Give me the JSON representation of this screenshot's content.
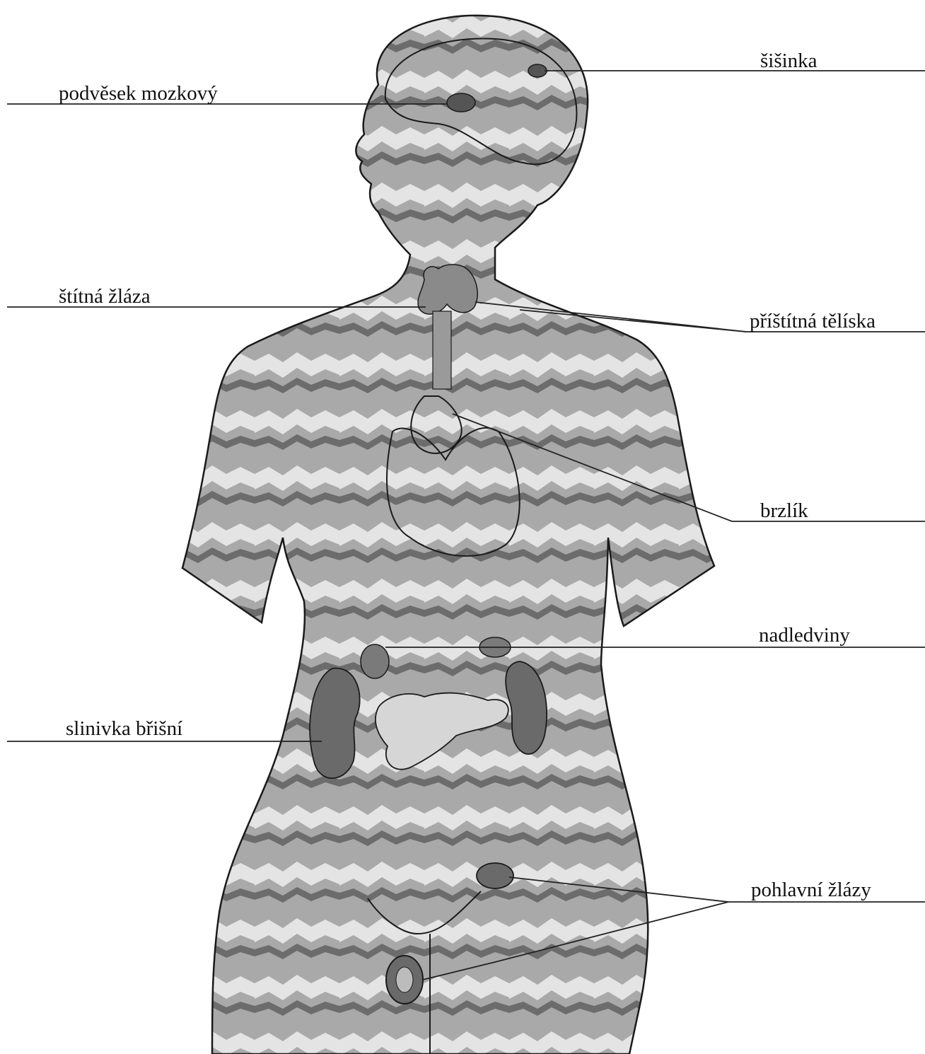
{
  "diagram": {
    "labels": {
      "pineal": "šišinka",
      "pituitary": "podvěsek mozkový",
      "thyroid": "štítná žláza",
      "parathyroid": "příštítná tělíska",
      "thymus": "brzlík",
      "adrenal": "nadledviny",
      "pancreas": "slinivka břišní",
      "gonads": "pohlavní žlázy"
    }
  }
}
